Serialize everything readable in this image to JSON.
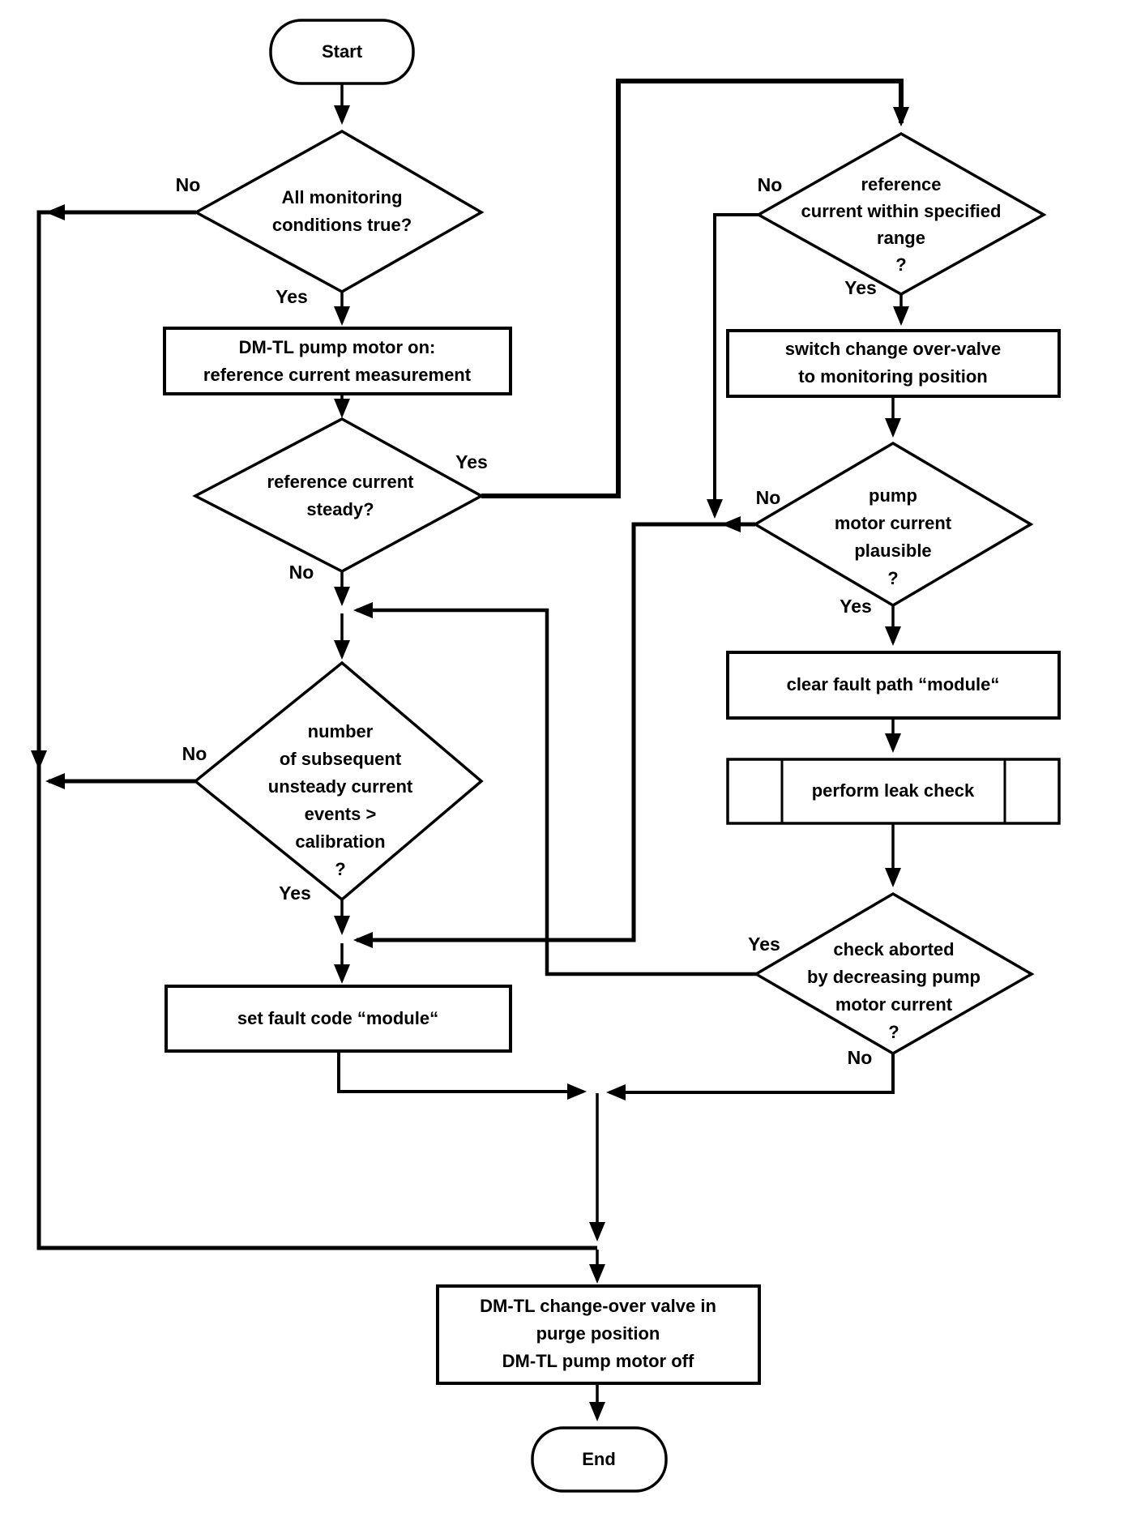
{
  "diagram": {
    "background_color": "#ffffff",
    "line_color": "#000000",
    "nodes": {
      "start": {
        "type": "terminator",
        "label": "Start"
      },
      "cond_all_monitoring": {
        "type": "decision",
        "label": "All monitoring\nconditions true?"
      },
      "pump_motor_on": {
        "type": "process",
        "label": "DM-TL pump motor on:\nreference current measurement"
      },
      "ref_current_steady": {
        "type": "decision",
        "label": "reference current\nsteady?"
      },
      "unsteady_events": {
        "type": "decision",
        "label": "number\nof subsequent\nunsteady current\nevents >\ncalibration\n?"
      },
      "set_fault_code": {
        "type": "process",
        "label": "set fault code “module“"
      },
      "ref_current_range": {
        "type": "decision",
        "label": "reference\ncurrent within specified\nrange\n?"
      },
      "switch_valve": {
        "type": "process",
        "label": "switch change over-valve\nto monitoring position"
      },
      "pump_current_plausible": {
        "type": "decision",
        "label": "pump\nmotor current\nplausible\n?"
      },
      "clear_fault_path": {
        "type": "process",
        "label": "clear fault path “module“"
      },
      "perform_leak_check": {
        "type": "subroutine",
        "label": "perform leak check"
      },
      "check_aborted": {
        "type": "decision",
        "label": "check aborted\nby decreasing pump\nmotor current\n?"
      },
      "valve_purge_off": {
        "type": "process",
        "label": "DM-TL change-over valve in\npurge position\nDM-TL pump motor off"
      },
      "end": {
        "type": "terminator",
        "label": "End"
      }
    },
    "edge_labels": {
      "monitoring_no": "No",
      "monitoring_yes": "Yes",
      "steady_yes": "Yes",
      "steady_no": "No",
      "events_no": "No",
      "events_yes": "Yes",
      "range_no": "No",
      "range_yes": "Yes",
      "plausible_no": "No",
      "plausible_yes": "Yes",
      "aborted_yes": "Yes",
      "aborted_no": "No"
    }
  }
}
